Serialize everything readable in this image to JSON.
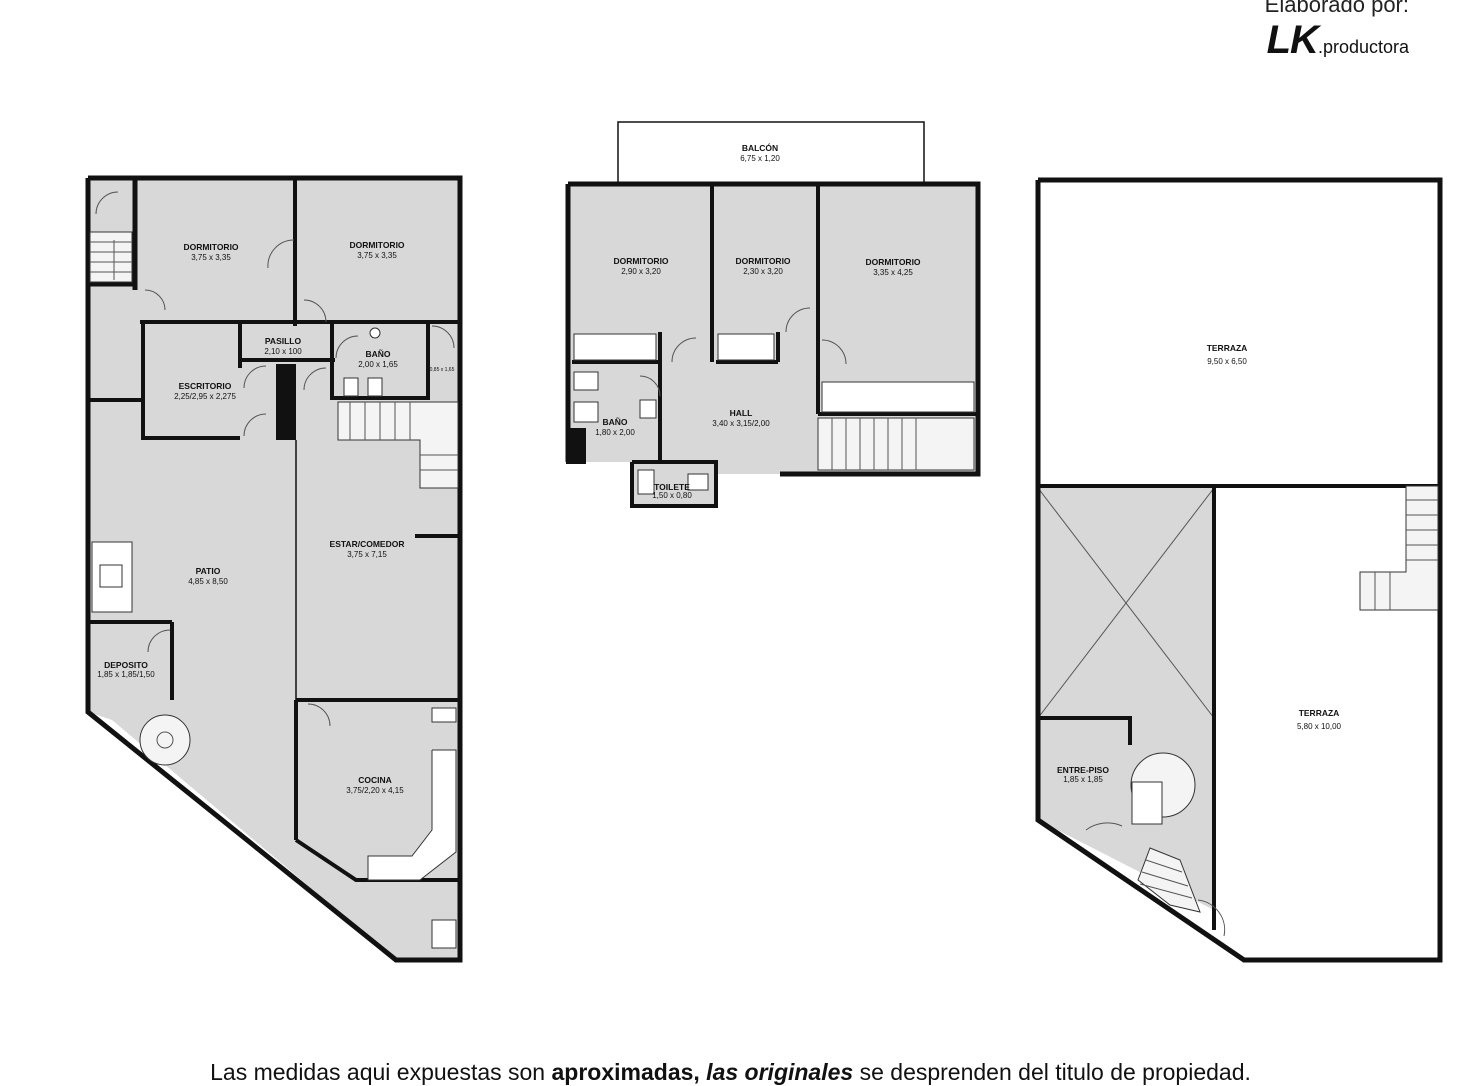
{
  "credit": {
    "by": "Elaborado por:",
    "logo": "LK",
    "logo_suffix": ".productora"
  },
  "footer": {
    "part1": "Las medidas aqui expuestas son ",
    "bold": "aproximadas,",
    "bold_italic": " las originales",
    "part2": " se desprenden del titulo de propiedad."
  },
  "floor1": {
    "dormitorio_a": {
      "name": "DORMITORIO",
      "dims": "3,75 x 3,35"
    },
    "dormitorio_b": {
      "name": "DORMITORIO",
      "dims": "3,75 x 3,35"
    },
    "pasillo": {
      "name": "PASILLO",
      "dims": "2,10 x 100"
    },
    "bano": {
      "name": "BAÑO",
      "dims": "2,00 x 1,65"
    },
    "small": {
      "dims": "0,85 x 1,65"
    },
    "escritorio": {
      "name": "ESCRITORIO",
      "dims": "2,25/2,95 x 2,275"
    },
    "patio": {
      "name": "PATIO",
      "dims": "4,85 x 8,50"
    },
    "estar": {
      "name": "ESTAR/COMEDOR",
      "dims": "3,75 x 7,15"
    },
    "deposito": {
      "name": "DEPOSITO",
      "dims": "1,85 x 1,85/1,50"
    },
    "cocina": {
      "name": "COCINA",
      "dims": "3,75/2,20 x 4,15"
    }
  },
  "floor2": {
    "balcon": {
      "name": "BALCÓN",
      "dims": "6,75 x 1,20"
    },
    "dormitorio_a": {
      "name": "DORMITORIO",
      "dims": "2,90 x 3,20"
    },
    "dormitorio_b": {
      "name": "DORMITORIO",
      "dims": "2,30 x 3,20"
    },
    "dormitorio_c": {
      "name": "DORMITORIO",
      "dims": "3,35 x 4,25"
    },
    "bano": {
      "name": "BAÑO",
      "dims": "1,80 x 2,00"
    },
    "hall": {
      "name": "HALL",
      "dims": "3,40 x 3,15/2,00"
    },
    "toilete": {
      "name": "TOILETE",
      "dims": "1,50 x 0,80"
    }
  },
  "floor3": {
    "terraza_top": {
      "name": "TERRAZA",
      "dims": "9,50 x 6,50"
    },
    "terraza_right": {
      "name": "TERRAZA",
      "dims": "5,80 x 10,00"
    },
    "entrepiso": {
      "name": "ENTRE-PISO",
      "dims": "1,85 x 1,85"
    }
  },
  "colors": {
    "room_fill": "#d8d8d8",
    "wall": "#111111",
    "background": "#ffffff"
  }
}
